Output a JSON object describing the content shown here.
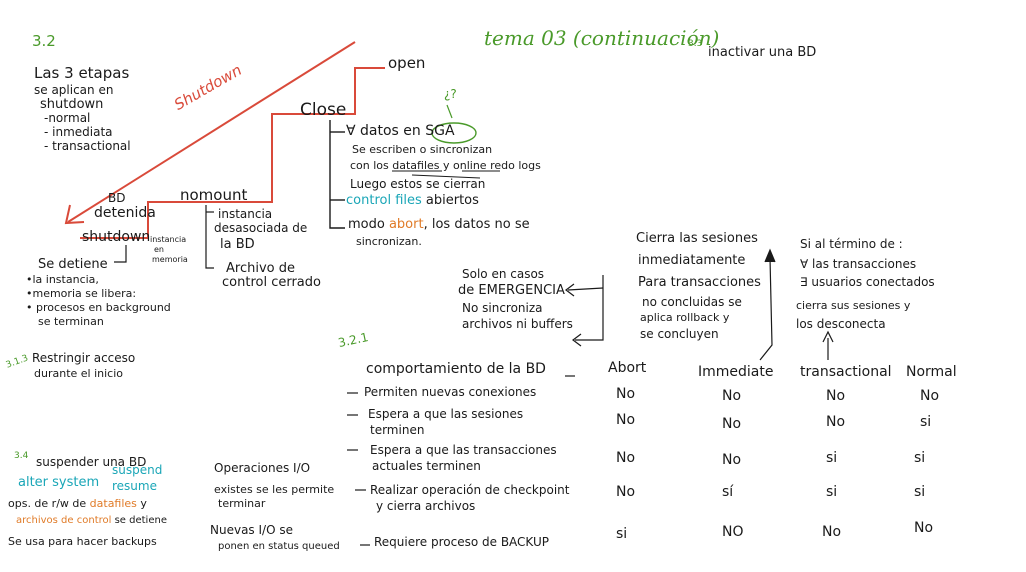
{
  "header": {
    "section_3_2": "3.2",
    "title": "tema 03 (continuación)",
    "section_3_3": "3.3",
    "inactivar": "inactivar una BD"
  },
  "left_intro": {
    "l1": "Las 3 etapas",
    "l2": "se aplican en",
    "l3": "shutdown",
    "l4": "-normal",
    "l5": "- inmediata",
    "l6": "- transactional"
  },
  "stairs": {
    "shutdown_arrow_label": "Shutdown",
    "open": "open",
    "close": "Close",
    "nomount": "nomount",
    "bd_detenida_1": "BD",
    "bd_detenida_2": "detenida",
    "shutdown": "shutdown",
    "instancia_memoria_1": "instancia",
    "instancia_memoria_2": "en",
    "instancia_memoria_3": "memoria",
    "nomount_note_1": "instancia",
    "nomount_note_2": "desasociada de",
    "nomount_note_3": "la BD",
    "archivo_1": "Archivo de",
    "archivo_2": "control cerrado",
    "se_detiene_1": "Se detiene",
    "se_detiene_2": "•la instancia,",
    "se_detiene_3": "•memoria se libera:",
    "se_detiene_4": "• procesos en background",
    "se_detiene_5": "se terminan"
  },
  "close_notes": {
    "q": "¿?",
    "l1": "∀ datos en SGA",
    "l2": "Se escriben o sincronizan",
    "l3": "con los datafiles y online redo logs",
    "l4": "Luego estos se cierran",
    "l5_a": "control ",
    "l5_b": "files",
    "l5_c": " abiertos",
    "l6_a": "modo ",
    "l6_b": "abort",
    "l6_c": ", los datos no se",
    "l7": "sincronizan."
  },
  "section_3_1_3": {
    "num": "3.1.3",
    "l1": "Restringir acceso",
    "l2": "durante el inicio"
  },
  "right_notes": {
    "emergencia_1": "Solo en casos",
    "emergencia_2": "de EMERGENCIA",
    "emergencia_3": "No sincroniza",
    "emergencia_4": "archivos ni buffers",
    "immediate_1": "Cierra las sesiones",
    "immediate_2": "inmediatamente",
    "immediate_3": "Para transacciones",
    "immediate_4": "no concluidas se",
    "immediate_5": "aplica rollback y",
    "immediate_6": "se concluyen",
    "transactional_1": "Si al término de :",
    "transactional_2": "∀ las transacciones",
    "transactional_3": "∃ usuarios conectados",
    "transactional_4": "cierra sus sesiones y",
    "transactional_5": "los desconecta"
  },
  "table": {
    "section": "3.2.1",
    "header_label": "comportamiento de la BD",
    "columns": [
      "Abort",
      "Immediate",
      "transactional",
      "Normal"
    ],
    "rows": [
      {
        "label_1": "Permiten nuevas conexiones",
        "label_2": "",
        "values": [
          "No",
          "No",
          "No",
          "No"
        ]
      },
      {
        "label_1": "Espera a que las sesiones",
        "label_2": "terminen",
        "values": [
          "No",
          "No",
          "No",
          "si"
        ]
      },
      {
        "label_1": "Espera a que las transacciones",
        "label_2": "actuales terminen",
        "values": [
          "No",
          "No",
          "si",
          "si"
        ]
      },
      {
        "label_1": "Realizar operación de checkpoint",
        "label_2": "y cierra archivos",
        "values": [
          "No",
          "sí",
          "si",
          "si"
        ]
      },
      {
        "label_1": "Requiere proceso de BACKUP",
        "label_2": "",
        "values": [
          "si",
          "NO",
          "No",
          "No"
        ]
      }
    ]
  },
  "bottom_left": {
    "num": "3.4",
    "l1": "suspender una BD",
    "alter": "alter system",
    "suspend": "suspend",
    "resume": "resume",
    "ops_a": "ops. de r/w de ",
    "ops_b": "datafiles",
    "ops_c": " y",
    "archivos_a": "archivos de control",
    "archivos_b": " se detiene",
    "backups": "Se usa para hacer backups"
  },
  "bottom_mid": {
    "l1": "Operaciones I/O",
    "l2": "existes se les permite",
    "l3": "terminar",
    "l4": "Nuevas I/O se",
    "l5": "ponen en status queued"
  },
  "colors": {
    "green": "#4a9a2a",
    "red": "#d94a3a",
    "teal": "#1aa6b7",
    "orange": "#e07b28",
    "ink": "#1a1a1a"
  }
}
